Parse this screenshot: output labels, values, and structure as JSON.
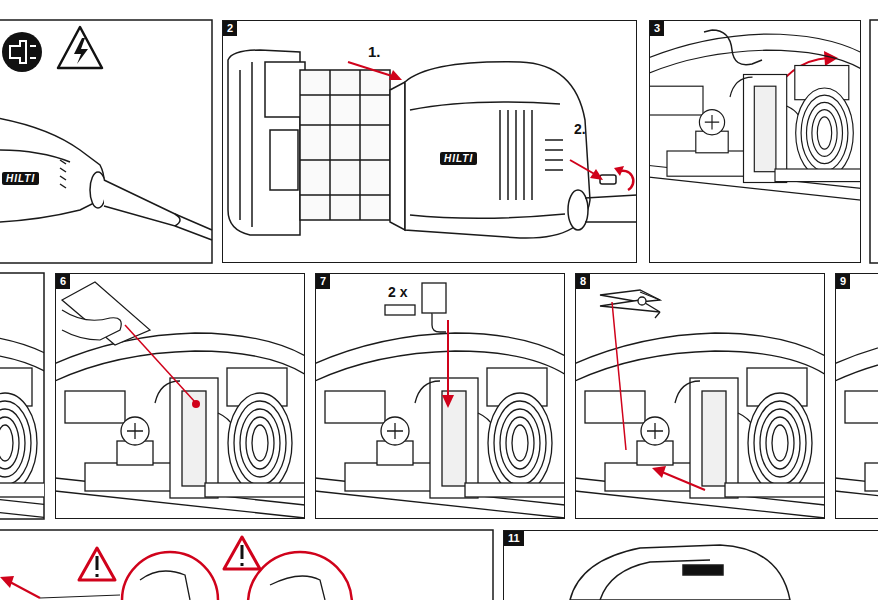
{
  "diagram": {
    "nodes": [
      {
        "text": [
          "2"
        ]
      },
      {
        "text": [
          "3"
        ]
      },
      {
        "text": [
          "6"
        ]
      },
      {
        "text": [
          "7"
        ]
      },
      {
        "text": [
          "8"
        ]
      },
      {
        "text": [
          "9"
        ]
      },
      {
        "text": [
          "11"
        ]
      }
    ],
    "labels": [
      "1.",
      "2.",
      "2 x",
      "HILTI",
      "HILTI"
    ]
  }
}
